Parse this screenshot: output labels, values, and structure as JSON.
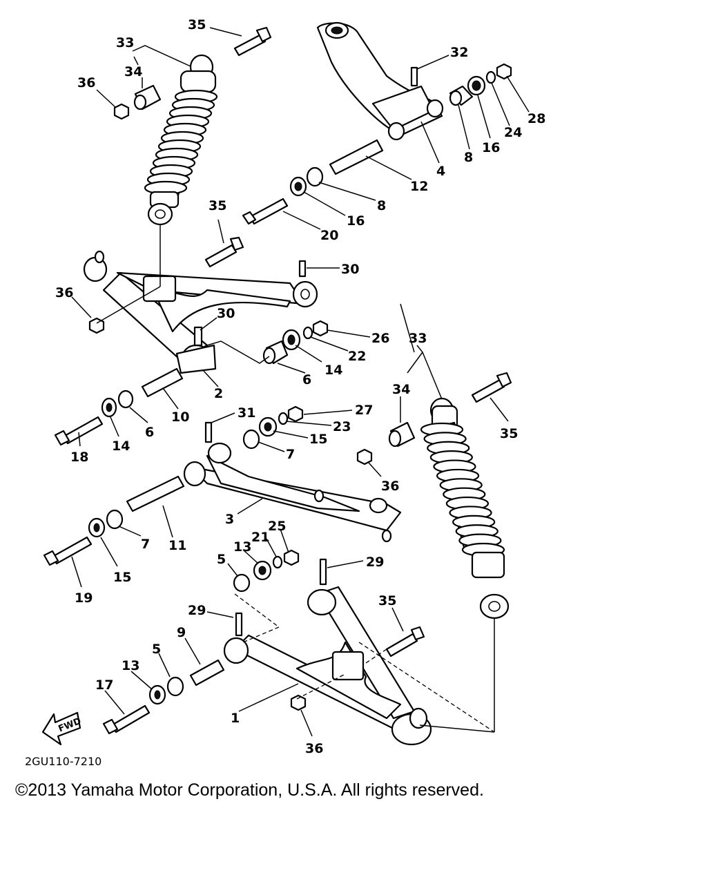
{
  "diagram": {
    "code": "2GU110-7210",
    "fwd": "FWD",
    "copyright": "©2013 Yamaha Motor Corporation, U.S.A. All rights reserved.",
    "labels": [
      "35",
      "33",
      "34",
      "36",
      "32",
      "28",
      "24",
      "16",
      "8",
      "4",
      "12",
      "8",
      "16",
      "20",
      "35",
      "30",
      "36",
      "30",
      "26",
      "22",
      "14",
      "6",
      "2",
      "33",
      "34",
      "35",
      "10",
      "14",
      "6",
      "18",
      "31",
      "27",
      "23",
      "15",
      "7",
      "36",
      "3",
      "11",
      "7",
      "15",
      "19",
      "21",
      "25",
      "13",
      "5",
      "29",
      "29",
      "35",
      "9",
      "5",
      "13",
      "17",
      "1",
      "36"
    ]
  }
}
